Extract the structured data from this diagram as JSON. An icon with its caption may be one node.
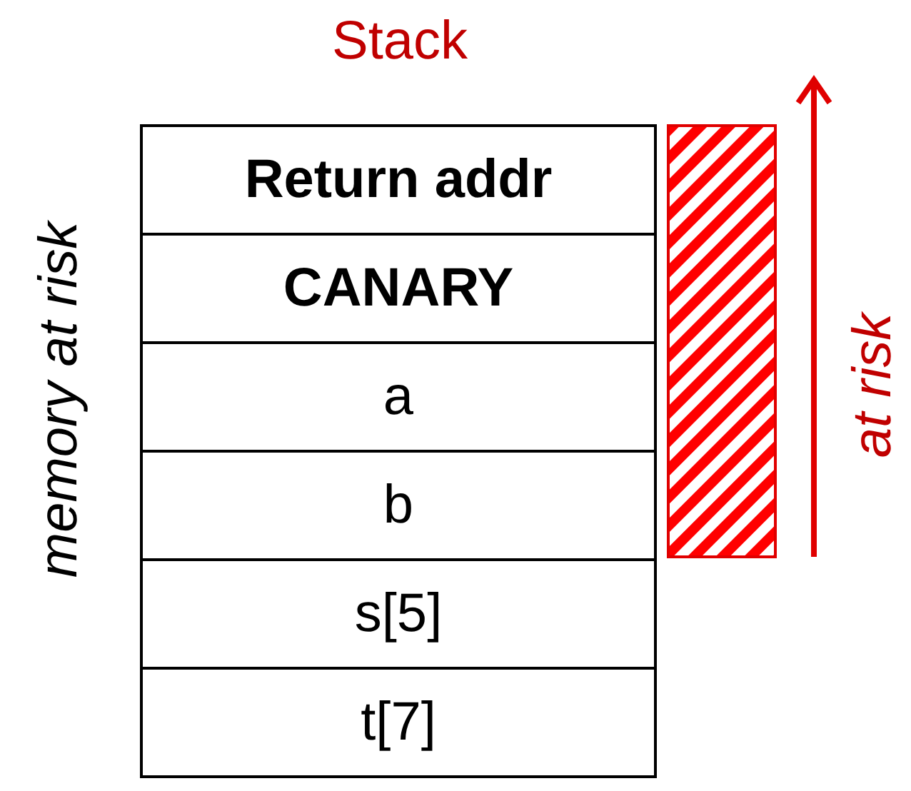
{
  "diagram": {
    "title": "Stack",
    "nodes": [
      {
        "text": [
          "Return addr"
        ]
      },
      {
        "text": [
          "CANARY"
        ]
      },
      {
        "text": [
          "a"
        ]
      },
      {
        "text": [
          "b"
        ]
      },
      {
        "text": [
          "s[5]"
        ]
      },
      {
        "text": [
          "t[7]"
        ]
      },
      {
        "text": [],
        "shape": "bar"
      }
    ],
    "edges": [],
    "labels": [
      "memory at risk",
      "at risk"
    ]
  }
}
